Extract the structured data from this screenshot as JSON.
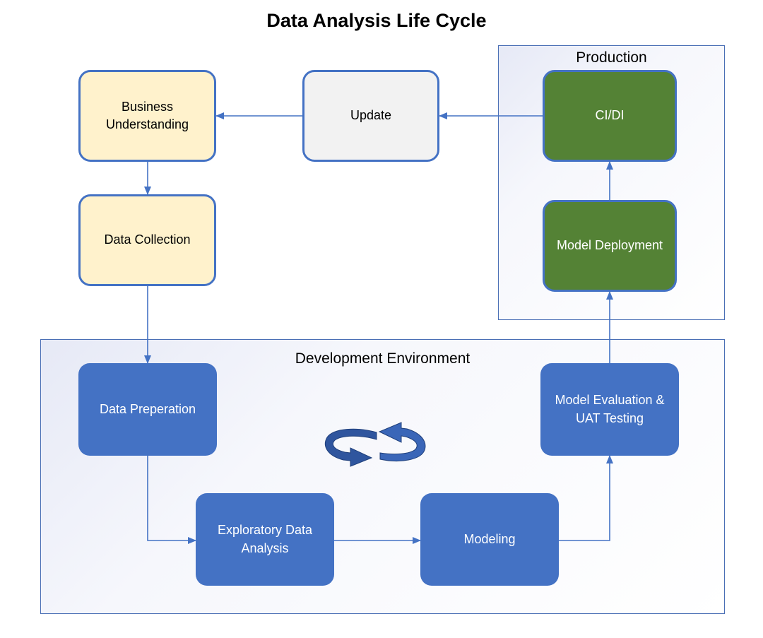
{
  "title": "Data Analysis Life Cycle",
  "regions": {
    "production": "Production",
    "development": "Development Environment"
  },
  "nodes": {
    "business_understanding": "Business\nUnderstanding",
    "update": "Update",
    "ci_di": "CI/DI",
    "data_collection": "Data Collection",
    "model_deployment": "Model Deployment",
    "data_preparation": "Data Preperation",
    "model_evaluation": "Model Evaluation &\nUAT Testing",
    "exploratory_data_analysis": "Exploratory Data\nAnalysis",
    "modeling": "Modeling"
  },
  "colors": {
    "border": "#4472c4",
    "business_fill": "#fff2cc",
    "update_fill": "#f2f2f2",
    "production_fill": "#548235",
    "development_fill": "#4472c4",
    "arrow": "#4472c4"
  },
  "icons": [
    "cycle-arrows-icon"
  ]
}
